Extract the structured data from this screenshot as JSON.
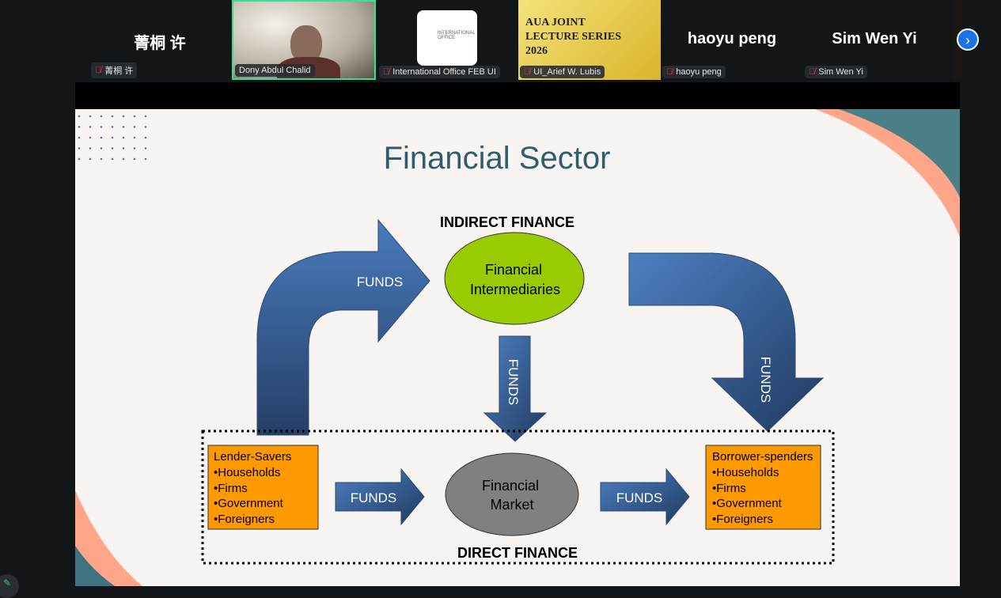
{
  "participants": [
    {
      "display": "菁桐 许",
      "label": "菁桐 许",
      "muted": true
    },
    {
      "display": "",
      "label": "Dony Abdul Chalid",
      "muted": false,
      "active_speaker": true
    },
    {
      "display": "",
      "label": "International Office FEB UI",
      "muted": true
    },
    {
      "display": "",
      "label": "UI_Arief W. Lubis",
      "muted": true
    },
    {
      "display": "haoyu peng",
      "label": "haoyu peng",
      "muted": true
    },
    {
      "display": "Sim Wen Yi",
      "label": "Sim Wen Yi",
      "muted": true
    }
  ],
  "office_logo_text": "INTERNATIONAL OFFICE",
  "arief_bg_text": [
    "AUA JOINT",
    "LECTURE SERIES",
    "2026"
  ],
  "slide": {
    "title": "Financial Sector",
    "indirect_label": "INDIRECT FINANCE",
    "direct_label": "DIRECT FINANCE",
    "intermediaries": [
      "Financial",
      "Intermediaries"
    ],
    "market": [
      "Financial",
      "Market"
    ],
    "funds": "FUNDS",
    "lenders": [
      "Lender-Savers",
      "•Households",
      "•Firms",
      "•Government",
      "•Foreigners"
    ],
    "borrowers": [
      "Borrower-spenders",
      "•Households",
      "•Firms",
      "•Government",
      "•Foreigners"
    ]
  },
  "colors": {
    "speaker_border": "#3ddc97",
    "arrow": "#3f6aa0",
    "green": "#99cc00",
    "orange": "#ff9900",
    "gray": "#7f7f7f",
    "title": "#2e5d6e"
  }
}
